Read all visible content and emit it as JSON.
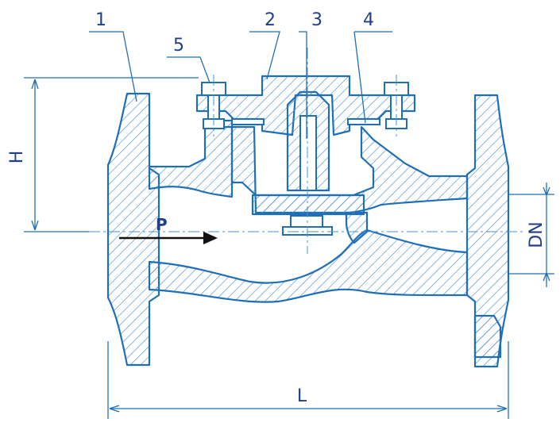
{
  "drawing": {
    "colors": {
      "line": "#1f6fb8",
      "text": "#1f3f8a",
      "hatch": "#4a90d0",
      "background": "#ffffff"
    },
    "callouts": [
      "1",
      "2",
      "3",
      "4",
      "5"
    ],
    "flow_label": "P",
    "dimensions": {
      "height": "H",
      "length": "L",
      "nominal_diameter": "DN"
    }
  }
}
